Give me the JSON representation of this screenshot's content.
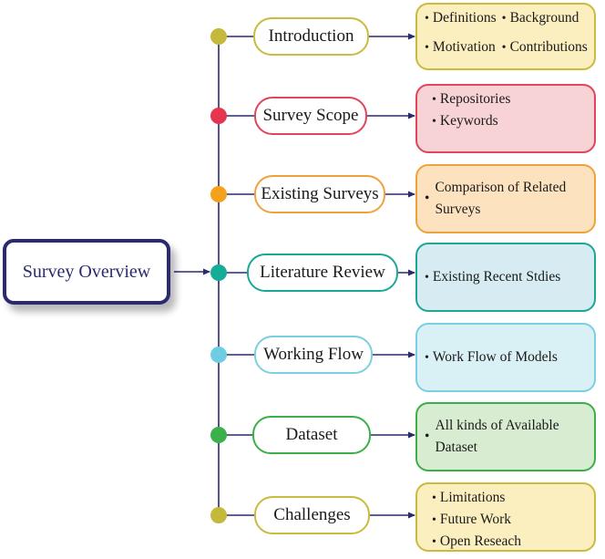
{
  "root": {
    "label": "Survey Overview"
  },
  "colors": {
    "root_border": "#2a2a6e",
    "connector": "#2a2a6e"
  },
  "sections": [
    {
      "label": "Introduction",
      "dot_color": "#c4b93a",
      "border_color": "#c9bc3c",
      "detail_fill": "#fbefc0",
      "detail_border": "#c9bc3c",
      "items": [
        "Definitions",
        "Background",
        "Motivation",
        "Contributions"
      ]
    },
    {
      "label": "Survey Scope",
      "dot_color": "#e6354f",
      "border_color": "#e0455c",
      "detail_fill": "#f8d3d6",
      "detail_border": "#e0455c",
      "items": [
        "Repositories",
        "Keywords"
      ]
    },
    {
      "label": "Existing Surveys",
      "dot_color": "#f4a11c",
      "border_color": "#f0a23a",
      "detail_fill": "#fde2c0",
      "detail_border": "#f0a23a",
      "items": [
        "Comparison of Related Surveys"
      ]
    },
    {
      "label": "Literature Review",
      "dot_color": "#16ad96",
      "border_color": "#1aa895",
      "detail_fill": "#d6ecf2",
      "detail_border": "#1aa895",
      "items": [
        "Existing Recent Stdies"
      ]
    },
    {
      "label": "Working Flow",
      "dot_color": "#6ecde0",
      "border_color": "#7bcfe0",
      "detail_fill": "#d9f0f5",
      "detail_border": "#7bcfe0",
      "items": [
        "Work Flow of Models"
      ]
    },
    {
      "label": "Dataset",
      "dot_color": "#3cb04a",
      "border_color": "#3cae4a",
      "detail_fill": "#d8ecd2",
      "detail_border": "#3cae4a",
      "items": [
        "All kinds of Available Dataset"
      ]
    },
    {
      "label": "Challenges",
      "dot_color": "#c4b93a",
      "border_color": "#c9bc3c",
      "detail_fill": "#fbefc0",
      "detail_border": "#c9bc3c",
      "items": [
        "Limitations",
        "Future Work",
        "Open Reseach"
      ]
    }
  ]
}
